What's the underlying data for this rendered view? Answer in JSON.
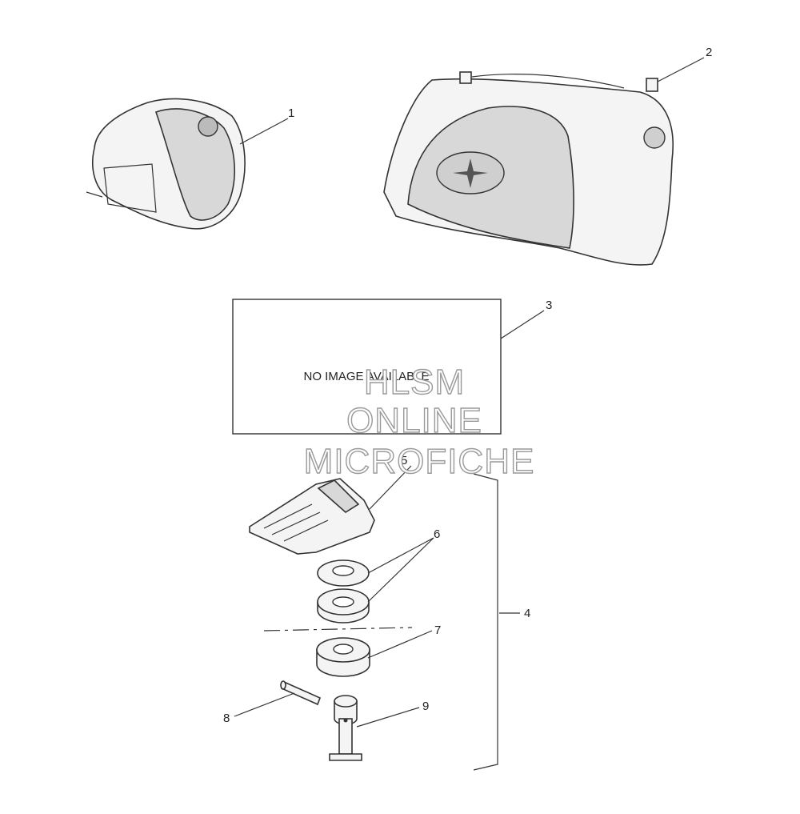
{
  "callouts": [
    "1",
    "2",
    "3",
    "4",
    "5",
    "6",
    "7",
    "8",
    "9"
  ],
  "placeholder": {
    "text": "NO IMAGE AVAILABLE"
  },
  "watermark": {
    "line1": "HLSM",
    "line2": "ONLINE",
    "line3": "MICROFICHE"
  }
}
